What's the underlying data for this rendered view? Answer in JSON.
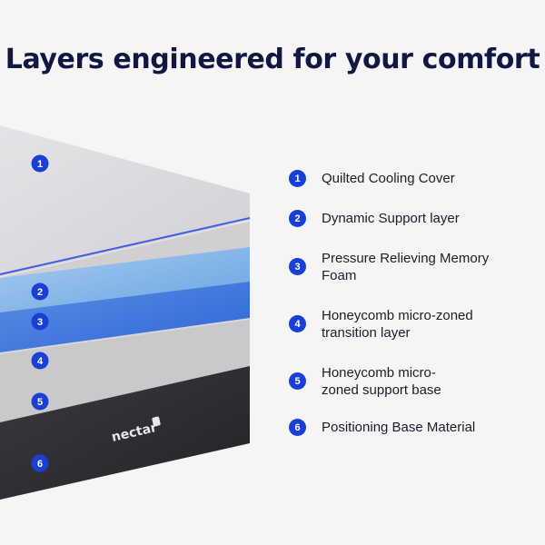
{
  "title": "Layers engineered for your comfort",
  "brand_logo_text": "nectar",
  "colors": {
    "badge": "#1a3fd6",
    "title": "#0f1742",
    "cover": "#d9d9dd",
    "layer2": "#cfcfd2",
    "layer3": "#7fb3e6",
    "layer4": "#3d78dc",
    "layer5": "#cbcbce",
    "base": "#2b2c30"
  },
  "layers": [
    {
      "number": "1",
      "label": "Quilted Cooling Cover"
    },
    {
      "number": "2",
      "label": "Dynamic Support layer"
    },
    {
      "number": "3",
      "label": "Pressure Relieving Memory Foam"
    },
    {
      "number": "4",
      "label": "Honeycomb micro-zoned transition layer"
    },
    {
      "number": "5",
      "label": "Honeycomb micro-zoned support base"
    },
    {
      "number": "6",
      "label": "Positioning Base Material"
    }
  ]
}
